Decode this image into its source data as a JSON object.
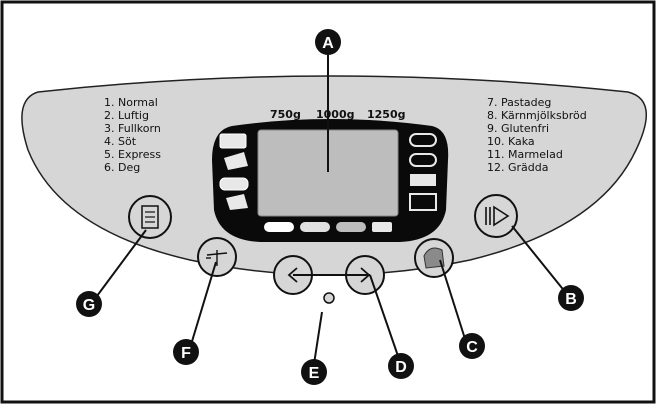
{
  "programs_left": [
    "1. Normal",
    "2. Luftig",
    "3. Fullkorn",
    "4. Söt",
    "5. Express",
    "6. Deg"
  ],
  "programs_right": [
    "7. Pastadeg",
    "8. Kärnmjölksbröd",
    "9. Glutenfri",
    "10. Kaka",
    "11. Marmelad",
    "12. Grädda"
  ],
  "weights": [
    "750g",
    "1000g",
    "1250g"
  ],
  "callouts": {
    "a": "A",
    "b": "B",
    "c": "C",
    "d": "D",
    "e": "E",
    "f": "F",
    "g": "G"
  },
  "icons": {
    "menu_button": "menu-list-icon",
    "start_button": "play-pause-icon",
    "weight_button": "scale-icon",
    "crust_button": "loaf-icon",
    "timer_left": "chevron-left-icon",
    "timer_right": "chevron-right-icon"
  },
  "colors": {
    "panel": "#d6d6d6",
    "display_bezel": "#0a0a0a",
    "lcd": "#bdbdbd",
    "callout": "#111111"
  }
}
